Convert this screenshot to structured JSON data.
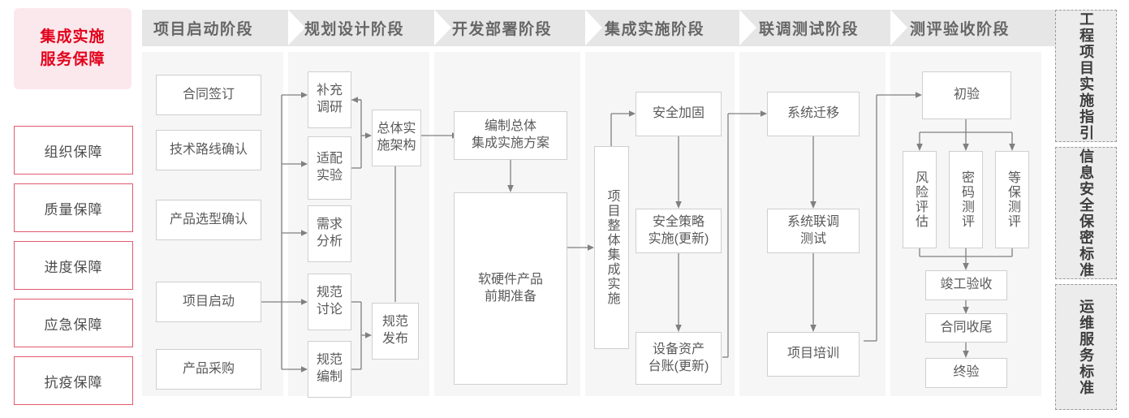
{
  "guarantee": {
    "title": "集成实施\n服务保障",
    "title_line1": "集成实施",
    "title_line2": "服务保障",
    "items": [
      {
        "label": "组织保障"
      },
      {
        "label": "质量保障"
      },
      {
        "label": "进度保障"
      },
      {
        "label": "应急保障"
      },
      {
        "label": "抗疫保障"
      }
    ]
  },
  "phases": [
    {
      "id": "start",
      "label": "项目启动阶段"
    },
    {
      "id": "plan",
      "label": "规划设计阶段"
    },
    {
      "id": "deploy",
      "label": "开发部署阶段"
    },
    {
      "id": "integ",
      "label": "集成实施阶段"
    },
    {
      "id": "test",
      "label": "联调测试阶段"
    },
    {
      "id": "accept",
      "label": "测评验收阶段"
    }
  ],
  "nodes": {
    "start": [
      {
        "label": "合同签订"
      },
      {
        "label": "技术路线确认"
      },
      {
        "label": "产品选型确认"
      },
      {
        "label": "项目启动"
      },
      {
        "label": "产品采购"
      }
    ],
    "plan": [
      {
        "label": "补充\n调研"
      },
      {
        "label": "适配\n实验"
      },
      {
        "label": "需求\n分析"
      },
      {
        "label": "规范\n讨论"
      },
      {
        "label": "规范\n编制"
      },
      {
        "label": "总体实\n施架构"
      },
      {
        "label": "规范\n发布"
      }
    ],
    "deploy": [
      {
        "label": "编制总体\n集成实施方案"
      },
      {
        "label": "软硬件产品\n前期准备"
      }
    ],
    "integ": [
      {
        "label": "项目整体集成实施"
      },
      {
        "label": "安全加固"
      },
      {
        "label": "安全策略\n实施(更新)"
      },
      {
        "label": "设备资产\n台账(更新)"
      }
    ],
    "test": [
      {
        "label": "系统迁移"
      },
      {
        "label": "系统联调\n测试"
      },
      {
        "label": "项目培训"
      }
    ],
    "accept": [
      {
        "label": "初验"
      },
      {
        "label": "风险评估"
      },
      {
        "label": "密码测评"
      },
      {
        "label": "等保测评"
      },
      {
        "label": "竣工验收"
      },
      {
        "label": "合同收尾"
      },
      {
        "label": "终验"
      }
    ]
  },
  "references": [
    {
      "label": "工程项目实施指引"
    },
    {
      "label": "信息安全保密标准"
    },
    {
      "label": "运维服务标准"
    }
  ],
  "colors": {
    "brand_red": "#e3001b",
    "brand_red_soft": "#e05a6e",
    "brand_red_bg": "#fbe8ec",
    "panel_bg": "#f6f6f6",
    "chevron_bg": "#e6e6e6",
    "chevron_text": "#666666",
    "node_border": "#cfcfcf",
    "node_text": "#5a5a5a",
    "wire": "#808080",
    "ref_bg": "#ececec",
    "ref_border": "#9a9a9a"
  }
}
